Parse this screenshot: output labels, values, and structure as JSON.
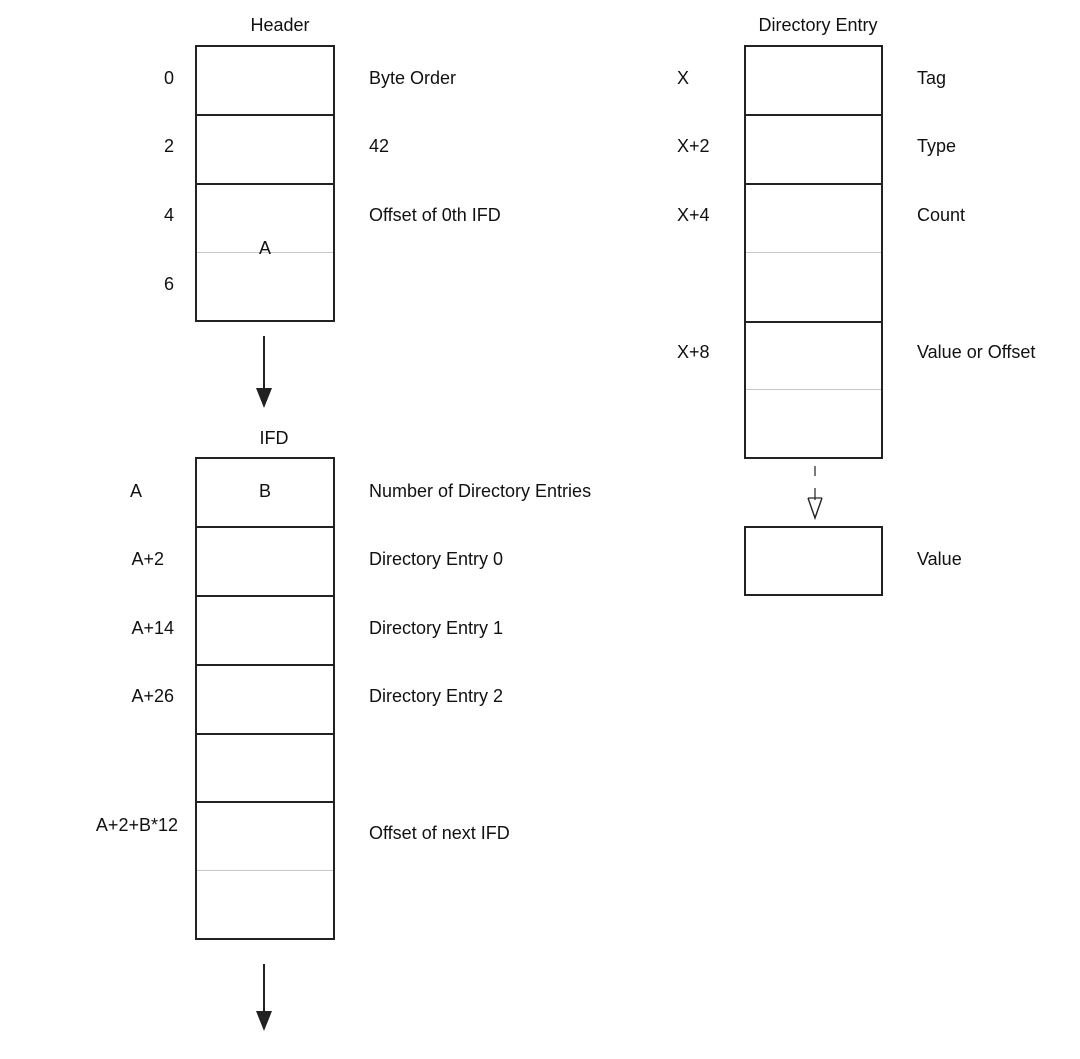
{
  "header_section": {
    "title": "Header",
    "offsets": [
      "0",
      "2",
      "4",
      "6"
    ],
    "descriptions": [
      "Byte Order",
      "42",
      "Offset of 0th IFD"
    ],
    "inner_label": "A"
  },
  "ifd_section": {
    "title": "IFD",
    "offsets": [
      "A",
      "A+2",
      "A+14",
      "A+26",
      "A+2+B*12"
    ],
    "descriptions": [
      "Number of Directory Entries",
      "Directory Entry 0",
      "Directory Entry 1",
      "Directory Entry 2",
      "Offset of next IFD"
    ],
    "inner_label": "B"
  },
  "directory_entry_section": {
    "title": "Directory Entry",
    "offsets": [
      "X",
      "X+2",
      "X+4",
      "X+8"
    ],
    "descriptions": [
      "Tag",
      "Type",
      "Count",
      "Value or Offset"
    ],
    "value_label": "Value"
  },
  "colors": {
    "line": "#222222",
    "light_divider": "#c8c8c8",
    "background": "#ffffff"
  }
}
